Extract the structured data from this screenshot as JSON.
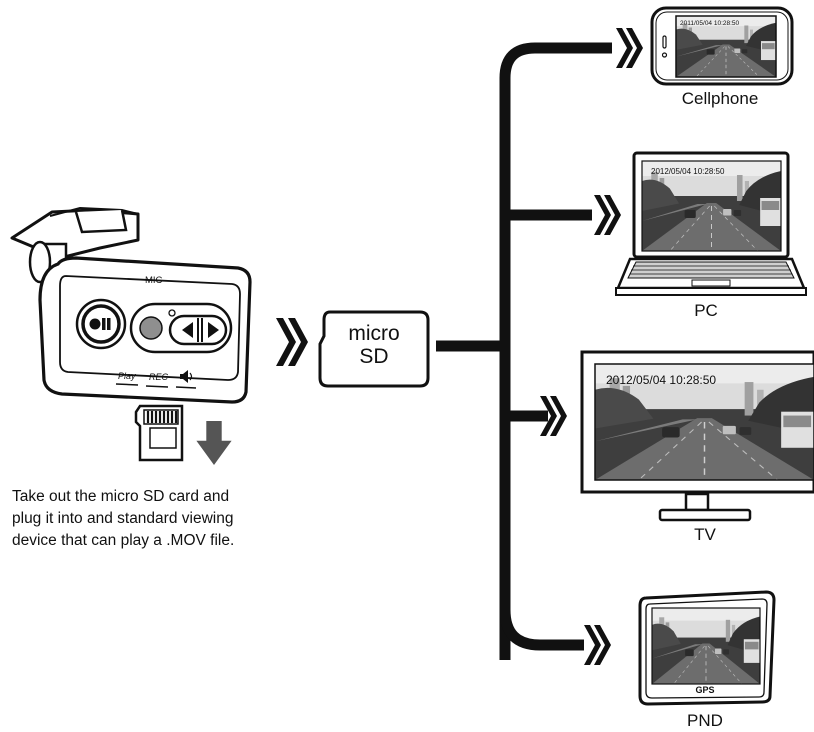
{
  "camera": {
    "mic_label": "MIC",
    "play_label": "Play",
    "rec_label": "REC",
    "speaker_icon": "speaker-icon"
  },
  "card": {
    "line1": "micro",
    "line2": "SD"
  },
  "instruction": {
    "line1": "Take out the micro SD card and",
    "line2": "plug it into and standard viewing",
    "line3": "device that can play a .MOV file."
  },
  "devices": {
    "cellphone": {
      "label": "Cellphone",
      "timestamp": "2011/05/04 10:28:50"
    },
    "pc": {
      "label": "PC",
      "timestamp": "2012/05/04 10:28:50"
    },
    "tv": {
      "label": "TV",
      "timestamp": "2012/05/04 10:28:50"
    },
    "pnd": {
      "label": "PND",
      "screen_text": "GPS"
    }
  },
  "colors": {
    "ink": "#111111",
    "arrow_gray": "#555555",
    "sky": "#d9d9d9",
    "road": "#5a5a5a"
  }
}
